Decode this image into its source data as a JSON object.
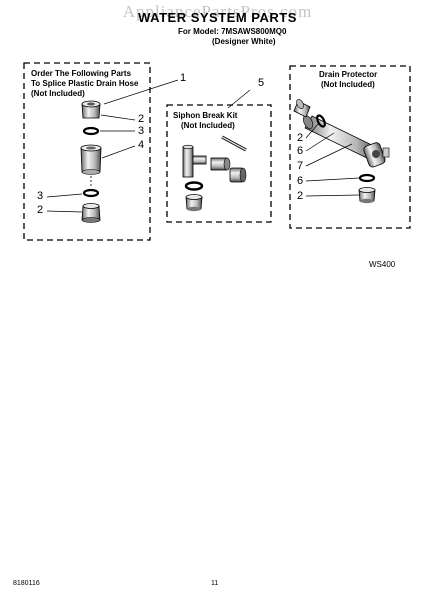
{
  "watermark": "AppliancePartsPros.com",
  "header": {
    "title": "WATER SYSTEM PARTS",
    "model_line": "For Model: 7MSAWS800MQ0",
    "variant": "(Designer White)"
  },
  "boxes": {
    "left": {
      "lines": [
        "Order The Following Parts",
        "To Splice Plastic Drain Hose",
        "(Not Included)"
      ]
    },
    "middle": {
      "lines": [
        "Siphon Break Kit",
        "(Not Included)"
      ]
    },
    "right": {
      "lines": [
        "Drain Protector",
        "(Not Included)"
      ]
    }
  },
  "callouts": {
    "left_box": "1",
    "left_2a": "2",
    "left_3a": "3",
    "left_4": "4",
    "left_3b": "3",
    "left_2b": "2",
    "middle_box": "5",
    "right_2a": "2",
    "right_6a": "6",
    "right_7": "7",
    "right_6b": "6",
    "right_2b": "2"
  },
  "diagram_code": "WS400",
  "footer": {
    "doc_number": "8180116",
    "page_number": "11"
  }
}
